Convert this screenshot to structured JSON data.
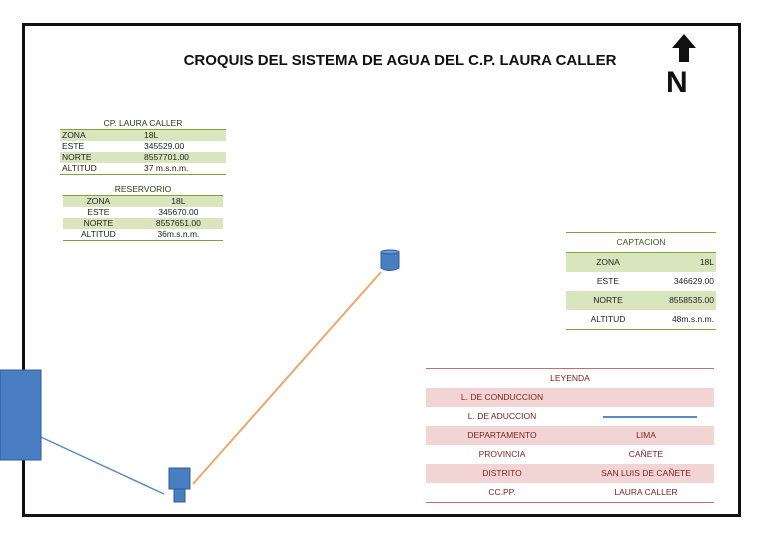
{
  "title": "CROQUIS DEL SISTEMA DE AGUA DEL C.P. LAURA CALLER",
  "north_label": "N",
  "laura_caller": {
    "header": "CP. LAURA CALLER",
    "rows": [
      {
        "label": "ZONA",
        "value": "18L"
      },
      {
        "label": "ESTE",
        "value": "345529.00"
      },
      {
        "label": "NORTE",
        "value": "8557701.00"
      },
      {
        "label": "ALTITUD",
        "value": "37 m.s.n.m."
      }
    ]
  },
  "reservorio": {
    "header": "RESERVORIO",
    "rows": [
      {
        "label": "ZONA",
        "value": "18L"
      },
      {
        "label": "ESTE",
        "value": "345670.00"
      },
      {
        "label": "NORTE",
        "value": "8557651.00"
      },
      {
        "label": "ALTITUD",
        "value": "36m.s.n.m."
      }
    ]
  },
  "captacion": {
    "header": "CAPTACION",
    "rows": [
      {
        "label": "ZONA",
        "value": "18L"
      },
      {
        "label": "ESTE",
        "value": "346629.00"
      },
      {
        "label": "NORTE",
        "value": "8558535.00"
      },
      {
        "label": "ALTITUD",
        "value": "48m.s.n.m."
      }
    ]
  },
  "leyenda": {
    "header": "LEYENDA",
    "conduccion_label": "L. DE CONDUCCION",
    "aduccion_label": "L. DE ADUCCION",
    "rows": [
      {
        "label": "DEPARTAMENTO",
        "value": "LIMA"
      },
      {
        "label": "PROVINCIA",
        "value": "CAÑETE"
      },
      {
        "label": "DISTRITO",
        "value": "SAN LUIS DE CAÑETE"
      },
      {
        "label": "CC.PP.",
        "value": "LAURA CALLER"
      }
    ]
  },
  "colors": {
    "conduccion_line": "#f0a66a",
    "aduccion_line": "#5b8bc4",
    "structure_fill": "#4a7ec2",
    "structure_stroke": "#2f5d9a",
    "table_green": "#7fa43a",
    "table_red": "#c07070"
  }
}
